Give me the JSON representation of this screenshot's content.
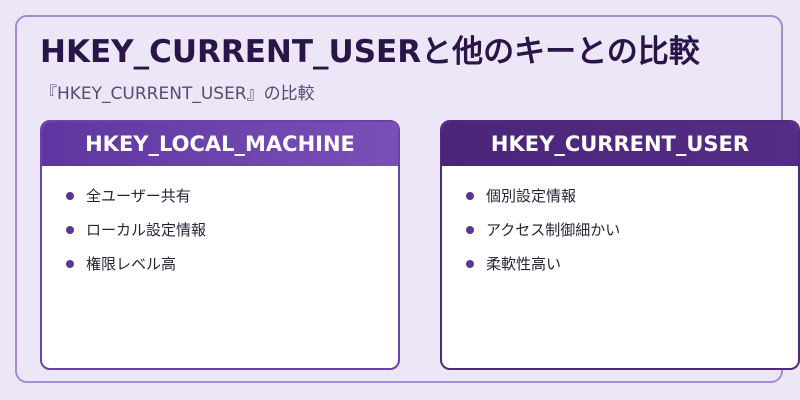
{
  "title": "HKEY_CURRENT_USERと他のキーとの比較",
  "subtitle": "『HKEY_CURRENT_USER』の比較",
  "cards": [
    {
      "header": "HKEY_LOCAL_MACHINE",
      "items": [
        "全ユーザー共有",
        "ローカル設定情報",
        "権限レベル高"
      ]
    },
    {
      "header": "HKEY_CURRENT_USER",
      "items": [
        "個別設定情報",
        "アクセス制御細かい",
        "柔軟性高い"
      ]
    }
  ],
  "colors": {
    "background": "#ece6f6",
    "accent": "#6a43a8",
    "accent_dark": "#4e2a7c",
    "title": "#2a1548"
  }
}
